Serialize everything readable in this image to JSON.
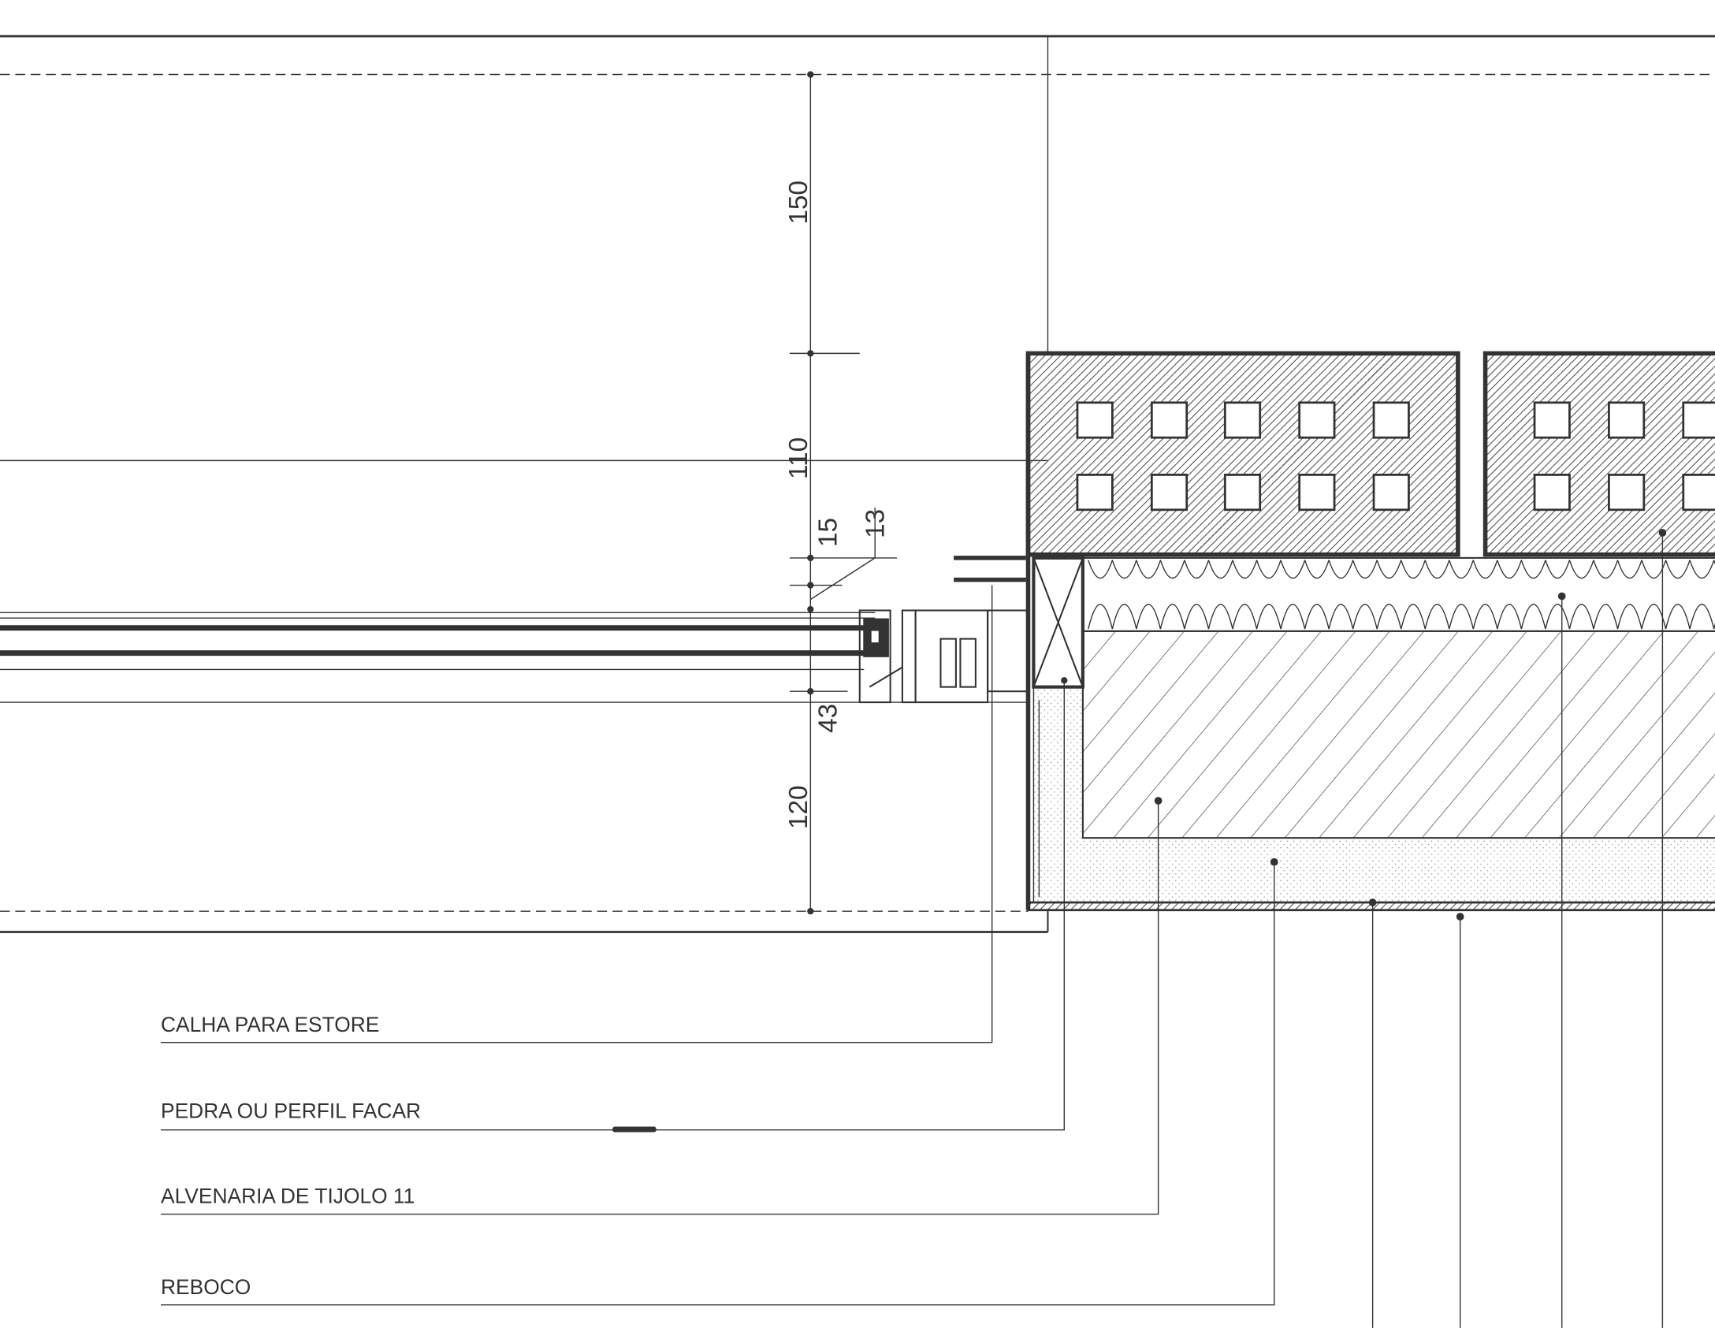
{
  "drawing": {
    "dimensions": [
      "150",
      "110",
      "15",
      "13",
      "43",
      "120"
    ],
    "labels": [
      "CALHA PARA ESTORE",
      "PEDRA OU PERFIL FACAR",
      "ALVENARIA DE TIJOLO 11",
      "REBOCO"
    ]
  },
  "colors": {
    "line": "#333333",
    "background": "#ffffff"
  }
}
